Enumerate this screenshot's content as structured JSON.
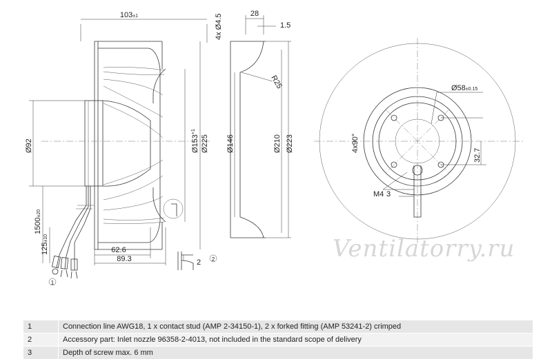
{
  "dimensions": {
    "width_total": "103",
    "width_total_tol": "±1",
    "hub_offset": "62.6",
    "hub_depth": "89.3",
    "hub_diameter": "Ø92",
    "wheel_inner_diameter": "Ø153",
    "wheel_inner_tol": "+1",
    "wheel_outer_diameter": "Ø225",
    "cable_length": "1500",
    "cable_length_tol": "±20",
    "stripped_length": "125",
    "stripped_length_tol": "±10",
    "mount_holes": "4x Ø4.5",
    "nozzle_depth": "28",
    "flange_thickness": "1.5",
    "nozzle_radius": "R25",
    "nozzle_diameter": "Ø146",
    "nozzle_d1": "Ø210",
    "nozzle_d2": "Ø223",
    "centering_diameter": "Ø58",
    "centering_tol": "±0.15",
    "hole_angle": "4x90°",
    "hole_distance": "32.7",
    "thread": "M4",
    "screw_depth_marker": "3",
    "nozzle_gap": "2"
  },
  "markers": {
    "m1": "1",
    "m2": "2"
  },
  "watermark": "Ventilatorry.ru",
  "notes": [
    {
      "num": "1",
      "text": "Connection line AWG18, 1 x contact stud (AMP 2-34150-1), 2 x forked fitting (AMP 53241-2) crimped"
    },
    {
      "num": "2",
      "text": "Accessory part: Inlet nozzle 96358-2-4013, not included in the standard scope of delivery"
    },
    {
      "num": "3",
      "text": "Depth of screw max. 6 mm"
    }
  ]
}
